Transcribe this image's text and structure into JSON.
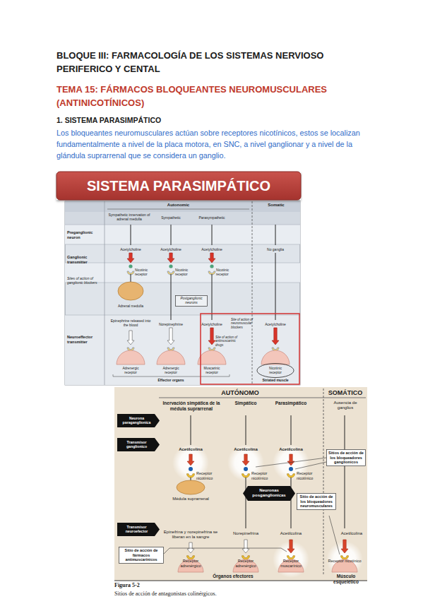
{
  "diagram": {
    "title": "BLOQUE III: FARMACOLOGÍA DE LOS SISTEMAS NERVIOSO PERIFERICO Y CENTAL",
    "caption": "Sitios de acción de antagonistas colinérgicos.",
    "nodes": [
      {
        "text": [
          "SISTEMA PARASIMPÁTICO"
        ]
      },
      {
        "text": [
          "Postganglionic neurons"
        ]
      },
      {
        "text": [
          "Neurona paraganglionica"
        ]
      },
      {
        "text": [
          "Transmisor ganglionico"
        ]
      },
      {
        "text": [
          "Sitios de acción de los bloqueadores ganglionicos"
        ]
      },
      {
        "text": [
          "Neuronas posganglionicas"
        ]
      },
      {
        "text": [
          "Sitio de acción de los bloqueadores neuromusculares"
        ]
      },
      {
        "text": [
          "Transmisor neuroefector"
        ]
      },
      {
        "text": [
          "Sitio de acción de fármacos antimuscarínicos"
        ]
      }
    ],
    "labels": [
      "TEMA 15: FÁRMACOS BLOQUEANTES NEUROMUSCULARES (ANTINICOTÍNICOS)",
      "1. SISTEMA PARASIMPÁTICO",
      "Los bloqueantes neuromusculares actúan sobre receptores nicotínicos, estos se localizan fundamentalmente a nivel de la placa motora, en SNC, a nivel ganglionar y a nivel de la glándula suprarrenal que se considera un ganglio.",
      "Autonomic",
      "Somatic",
      "Sympathetic innervation of adrenal medulla",
      "Sympathetic",
      "Parasympathetic",
      "Preganglionic neuron",
      "Ganglionic transmitter",
      "Sites of action of ganglionic blockers",
      "Neuroeffector transmitter",
      "Acetylcholine",
      "Acetylcholine",
      "Acetylcholine",
      "No ganglia",
      "Nicotinic receptor",
      "Nicotinic receptor",
      "Nicotinic receptor",
      "Adrenal medulla",
      "Epinephrine released into the blood",
      "Norepinephrine",
      "Acetylcholine",
      "Site of action of neuromuscular blockers",
      "Acetylcholine",
      "Site of action of antimuscarinic drugs",
      "Adrenergic receptor",
      "Adrenergic receptor",
      "Muscarinic receptor",
      "Nicotinic receptor",
      "Effector organs",
      "Striated muscle",
      "AUTÓNOMO",
      "SOMÁTICO",
      "Inervación simpática de la médula suprarrenal",
      "Simpático",
      "Parasimpático",
      "Ausencia de ganglios",
      "Acetilcolina",
      "Acetilcolina",
      "Acetilcolina",
      "Receptor nicotínico",
      "Receptor nicotínico",
      "Receptor nicotínico",
      "Médula suprarrenal",
      "Epinefrina y norepinefrina se liberan en la sangre",
      "Norepinefrina",
      "Acetilcolina",
      "Acetilcolina",
      "Receptor adrenérgico",
      "Receptor adrenérgico",
      "Receptor muscarínico",
      "Receptor nicotínico",
      "Órganos efectores",
      "Músculo esquelético",
      "Figura 5-2"
    ]
  }
}
